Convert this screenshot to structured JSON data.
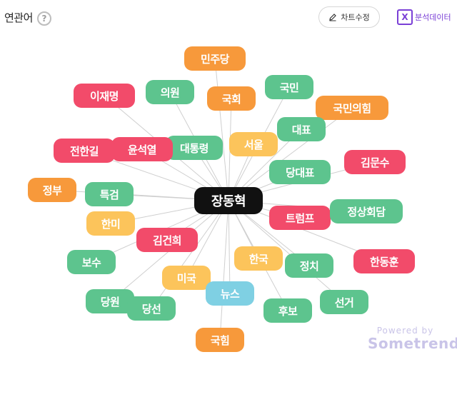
{
  "header": {
    "title": "연관어",
    "help_glyph": "?",
    "edit_label": "차트수정",
    "excel_glyph": "X",
    "excel_label": "분석데이터"
  },
  "colors": {
    "center": "#111111",
    "green": "#5dc48e",
    "red": "#f24b6a",
    "orange": "#f7993b",
    "yellow": "#fcc45b",
    "blue": "#7fd0e3",
    "edge": "#cfcfcf",
    "accent": "#7a3fd6"
  },
  "graph": {
    "center": "장동혁",
    "nodes": [
      {
        "label": "민주당",
        "color": "orange"
      },
      {
        "label": "이재명",
        "color": "red"
      },
      {
        "label": "의원",
        "color": "green"
      },
      {
        "label": "국회",
        "color": "orange"
      },
      {
        "label": "국민",
        "color": "green"
      },
      {
        "label": "국민의힘",
        "color": "orange"
      },
      {
        "label": "대표",
        "color": "green"
      },
      {
        "label": "서울",
        "color": "yellow"
      },
      {
        "label": "대통령",
        "color": "green"
      },
      {
        "label": "윤석열",
        "color": "red"
      },
      {
        "label": "전한길",
        "color": "red"
      },
      {
        "label": "김문수",
        "color": "red"
      },
      {
        "label": "당대표",
        "color": "green"
      },
      {
        "label": "정부",
        "color": "orange"
      },
      {
        "label": "특검",
        "color": "green"
      },
      {
        "label": "트럼프",
        "color": "red"
      },
      {
        "label": "정상회담",
        "color": "green"
      },
      {
        "label": "한미",
        "color": "yellow"
      },
      {
        "label": "김건희",
        "color": "red"
      },
      {
        "label": "보수",
        "color": "green"
      },
      {
        "label": "한국",
        "color": "yellow"
      },
      {
        "label": "정치",
        "color": "green"
      },
      {
        "label": "한동훈",
        "color": "red"
      },
      {
        "label": "미국",
        "color": "yellow"
      },
      {
        "label": "뉴스",
        "color": "blue"
      },
      {
        "label": "당원",
        "color": "green"
      },
      {
        "label": "당선",
        "color": "green"
      },
      {
        "label": "선거",
        "color": "green"
      },
      {
        "label": "후보",
        "color": "green"
      },
      {
        "label": "국힘",
        "color": "orange"
      }
    ]
  },
  "watermark": {
    "powered": "Powered by",
    "brand": "Sometrend"
  }
}
